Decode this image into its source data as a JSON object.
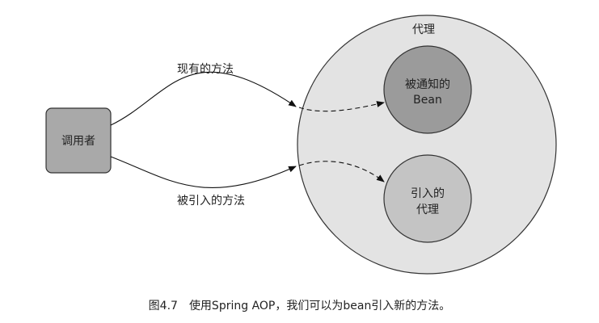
{
  "diagram": {
    "proxy_label": "代理",
    "caller_label": "调用者",
    "existing_method_label": "现有的方法",
    "introduced_method_label": "被引入的方法",
    "advised_bean_line1": "被通知的",
    "advised_bean_line2": "Bean",
    "introduction_proxy_line1": "引入的",
    "introduction_proxy_line2": "代理"
  },
  "caption": {
    "figure_number": "图4.7",
    "text": "使用Spring AOP，我们可以为bean引入新的方法。"
  }
}
